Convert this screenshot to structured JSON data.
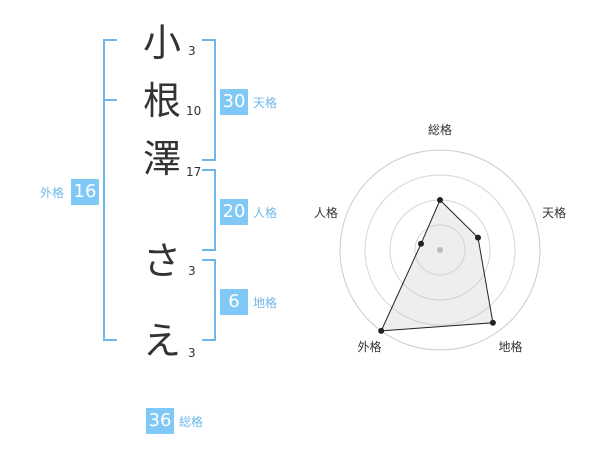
{
  "name": {
    "chars": [
      "小",
      "根",
      "澤",
      "さ",
      "え"
    ],
    "strokes": [
      "3",
      "10",
      "17",
      "3",
      "3"
    ]
  },
  "fortune": {
    "tenkaku": {
      "value": "30",
      "label": "天格"
    },
    "jinkaku": {
      "value": "20",
      "label": "人格"
    },
    "chikaku": {
      "value": "6",
      "label": "地格"
    },
    "gaikaku": {
      "value": "16",
      "label": "外格"
    },
    "soukaku": {
      "value": "36",
      "label": "総格"
    }
  },
  "colors": {
    "accent": "#80c8f5",
    "bracket": "#6fb7ea"
  },
  "chart_data": {
    "type": "radar",
    "axes": [
      "総格",
      "天格",
      "地格",
      "外格",
      "人格"
    ],
    "values": [
      0.5,
      0.4,
      0.9,
      1.0,
      0.2
    ],
    "range": [
      0,
      1
    ],
    "rings": 4
  }
}
